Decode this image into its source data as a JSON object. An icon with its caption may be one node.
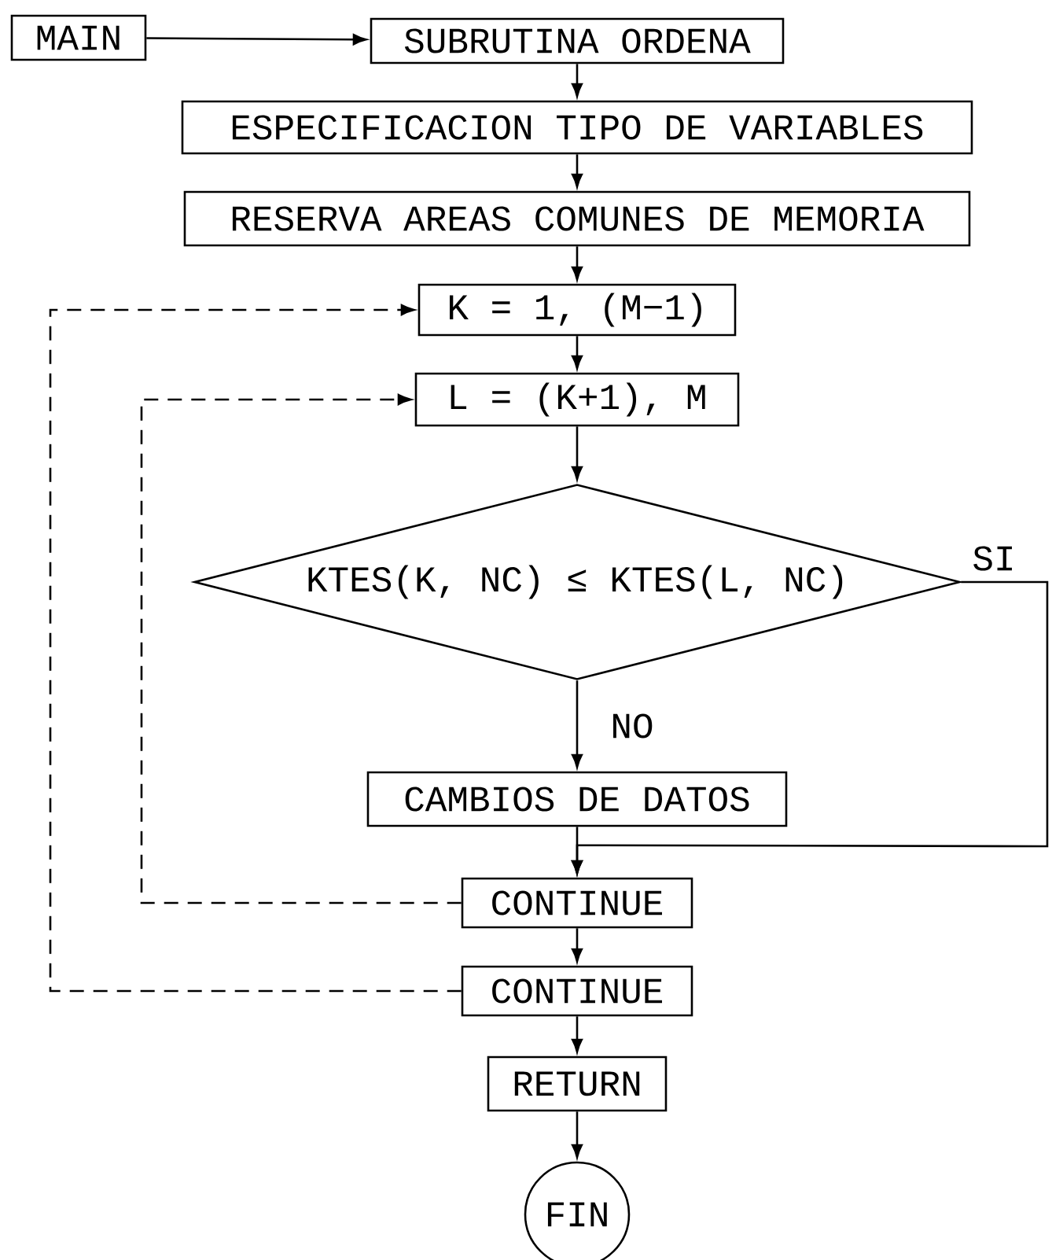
{
  "diagram": {
    "nodes": [
      {
        "text": [
          "MAIN"
        ]
      },
      {
        "text": [
          "SUBRUTINA ORDENA"
        ]
      },
      {
        "text": [
          "ESPECIFICACION TIPO DE VARIABLES"
        ]
      },
      {
        "text": [
          "RESERVA AREAS COMUNES DE MEMORIA"
        ]
      },
      {
        "text": [
          "K = 1, (M−1)"
        ]
      },
      {
        "text": [
          "L = (K+1), M"
        ]
      },
      {
        "text": [
          "KTES(K, NC) ≤ KTES(L, NC)"
        ]
      },
      {
        "text": [
          "CAMBIOS DE DATOS"
        ]
      },
      {
        "text": [
          "CONTINUE"
        ]
      },
      {
        "text": [
          "CONTINUE"
        ]
      },
      {
        "text": [
          "RETURN"
        ]
      },
      {
        "text": [
          "FIN"
        ]
      }
    ],
    "edges": [
      {
        "from": 0,
        "to": 1,
        "arrow": "to"
      },
      {
        "from": 1,
        "to": 2,
        "arrow": "to"
      },
      {
        "from": 2,
        "to": 3,
        "arrow": "to"
      },
      {
        "from": 3,
        "to": 4,
        "arrow": "to"
      },
      {
        "from": 4,
        "to": 5,
        "arrow": "to"
      },
      {
        "from": 5,
        "to": 6,
        "arrow": "to"
      },
      {
        "from": 6,
        "to": 7,
        "arrow": "to",
        "label": "NO"
      },
      {
        "from": 6,
        "to": 8,
        "arrow": "to",
        "label": "SI"
      },
      {
        "from": 7,
        "to": 8,
        "arrow": "to"
      },
      {
        "from": 8,
        "to": 5,
        "arrow": "to",
        "style": "dashed"
      },
      {
        "from": 8,
        "to": 9,
        "arrow": "to"
      },
      {
        "from": 9,
        "to": 4,
        "arrow": "to",
        "style": "dashed"
      },
      {
        "from": 9,
        "to": 10,
        "arrow": "to"
      },
      {
        "from": 10,
        "to": 11,
        "arrow": "to"
      }
    ]
  }
}
